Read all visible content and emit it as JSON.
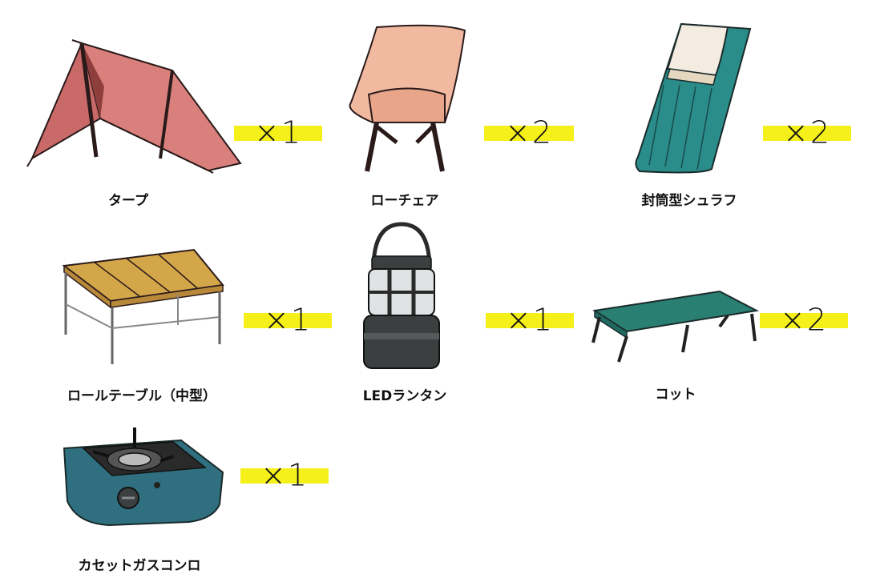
{
  "items": [
    {
      "label": "タープ",
      "qty": "×1"
    },
    {
      "label": "ローチェア",
      "qty": "×2"
    },
    {
      "label": "封筒型シュラフ",
      "qty": "×2"
    },
    {
      "label": "ロールテーブル（中型）",
      "qty": "×1"
    },
    {
      "label": "LEDランタン",
      "qty": "×1"
    },
    {
      "label": "コット",
      "qty": "×2"
    },
    {
      "label": "カセットガスコンロ",
      "qty": "×1"
    }
  ],
  "colors": {
    "highlight": "#f5f01a",
    "tarp": "#c96a68",
    "chair": "#f1b9a0",
    "sleeping_bag": "#2a8d8a",
    "table_top": "#d4a64a",
    "lantern": "#3b3f40",
    "cot": "#2a7f73",
    "stove": "#2f6f7f"
  }
}
